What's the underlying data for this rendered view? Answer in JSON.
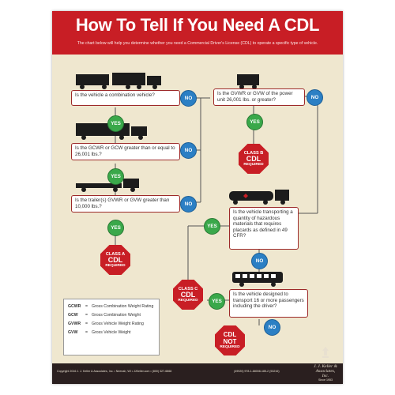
{
  "header": {
    "title": "How To Tell If You Need A CDL",
    "subtitle": "The chart below will help you determine whether you need a Commercial Driver's License (CDL) to operate a specific type of vehicle."
  },
  "questions": {
    "q1": "Is the vehicle a combination vehicle?",
    "q2": "Is the GCWR or GCW greater than or equal to 26,001 lbs.?",
    "q3": "Is the trailer(s) GVWR or GVW greater than 10,000 lbs.?",
    "q4": "Is the GVWR or GVW of the power unit 26,001 lbs. or greater?",
    "q5": "Is the vehicle transporting a quantity of hazardous materials that requires placards as defined in 49 CFR?",
    "q6": "Is the vehicle designed to transport 16 or more passengers including the driver?"
  },
  "badges": {
    "yes": "YES",
    "no": "NO"
  },
  "results": {
    "class_a": {
      "l1": "CLASS A",
      "l2": "CDL",
      "l3": "REQUIRED"
    },
    "class_b": {
      "l1": "CLASS B",
      "l2": "CDL",
      "l3": "REQUIRED"
    },
    "class_c": {
      "l1": "CLASS C",
      "l2": "CDL",
      "l3": "REQUIRED"
    },
    "none": {
      "l1": "CDL",
      "l2": "NOT",
      "l3": "REQUIRED"
    }
  },
  "legend": [
    {
      "abbr": "GCWR",
      "eq": "=",
      "text": "Gross Combination Weight Rating"
    },
    {
      "abbr": "GCW",
      "eq": "=",
      "text": "Gross Combination Weight"
    },
    {
      "abbr": "GVWR",
      "eq": "=",
      "text": "Gross Vehicle Weight Rating"
    },
    {
      "abbr": "GVW",
      "eq": "=",
      "text": "Gross Vehicle Weight"
    }
  ],
  "footer": {
    "copyright": "Copyright 2016 J. J. Keller & Associates, Inc. • Neenah, WI • JJKeller.com • (800) 327-6868",
    "codes": "(49920) 978-1-68008-185-2 (53216)",
    "brand": "J. J. Keller & Associates, Inc.",
    "since": "Since 1953"
  },
  "colors": {
    "red": "#c81e25",
    "yes_green": "#3aa84a",
    "no_blue": "#2b7fc4",
    "background": "#efe7cf"
  }
}
